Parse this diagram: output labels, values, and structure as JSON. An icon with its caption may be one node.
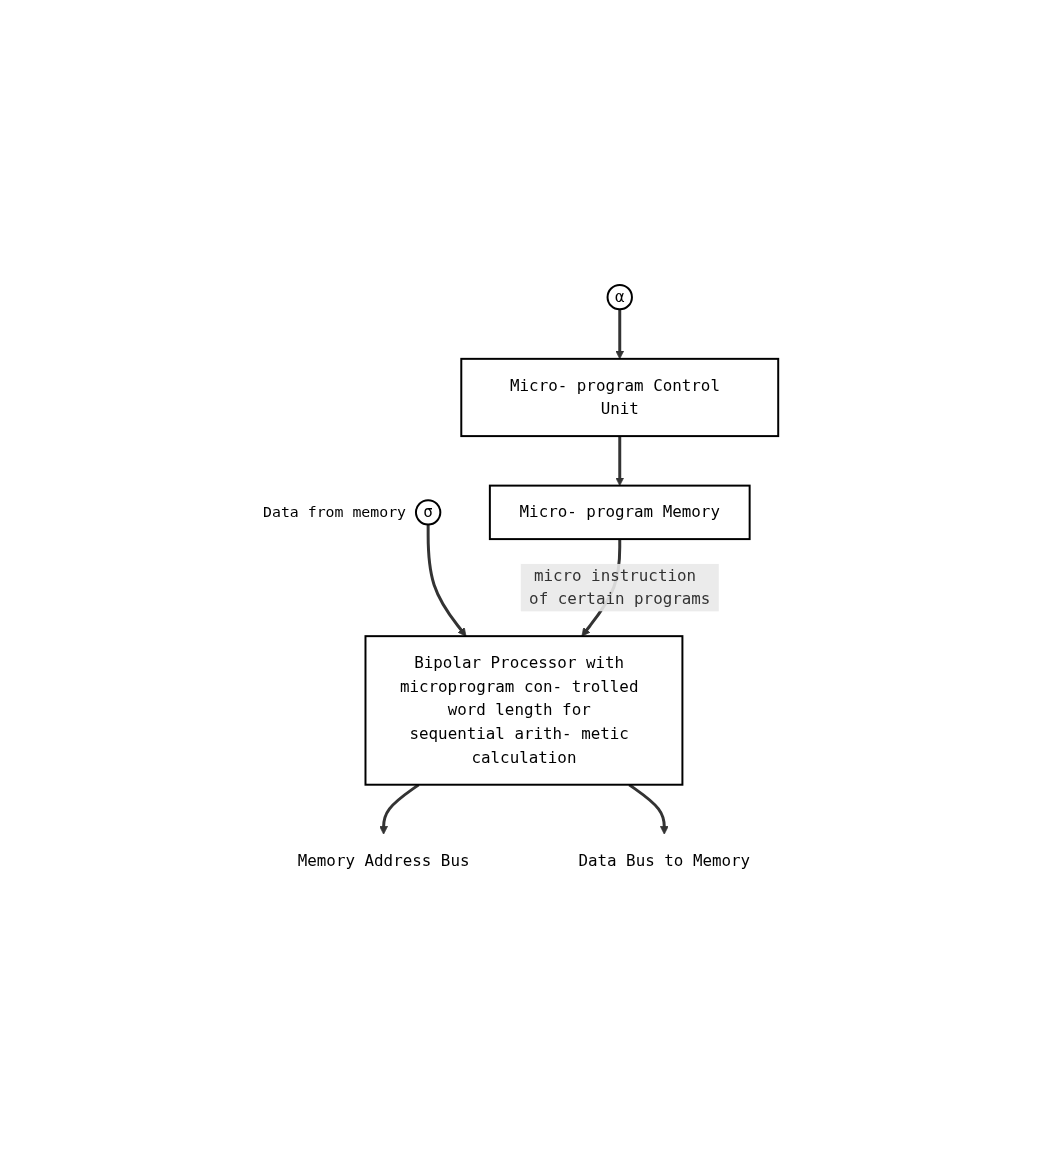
{
  "diagram": {
    "nodes": [
      {
        "text": [
          "α"
        ]
      },
      {
        "text": [
          "Micro- program Control Unit"
        ]
      },
      {
        "text": [
          "σ"
        ],
        "beside": [
          "Data from memory"
        ]
      },
      {
        "text": [
          "Micro- program Memory"
        ]
      },
      {
        "text": [
          "Bipolar Processor with microprogram con- trolled word length for sequential arith- metic calculation"
        ]
      },
      {
        "text": [
          "Memory Address Bus"
        ]
      },
      {
        "text": [
          "Data Bus to Memory"
        ]
      }
    ],
    "edges": [
      {
        "from": 0,
        "to": 1,
        "arrow": "to"
      },
      {
        "from": 1,
        "to": 3,
        "arrow": "to"
      },
      {
        "from": 2,
        "to": 4,
        "arrow": "to"
      },
      {
        "from": 3,
        "to": 4,
        "arrow": "to",
        "label": "micro instruction of certain programs"
      },
      {
        "from": 4,
        "to": 5,
        "arrow": "to"
      },
      {
        "from": 4,
        "to": 6,
        "arrow": "to"
      }
    ]
  }
}
